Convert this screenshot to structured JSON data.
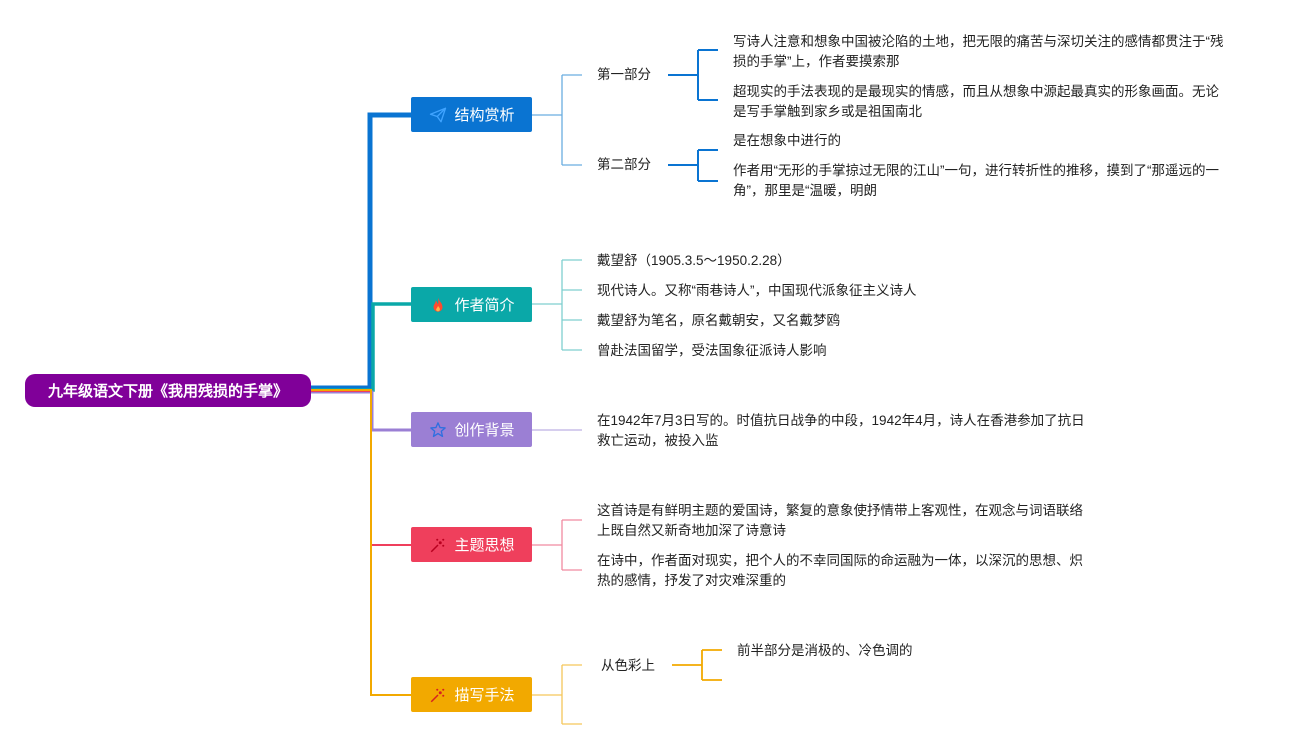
{
  "root": {
    "label": "九年级语文下册《我用残损的手掌》",
    "color": "#800099"
  },
  "branches": [
    {
      "id": "structure",
      "label": "结构赏析",
      "color": "#0a74d2",
      "icon": "paper-plane-icon",
      "children": [
        {
          "label": "第一部分",
          "children": [
            "写诗人注意和想象中国被沦陷的土地，把无限的痛苦与深切关注的感情都贯注于“残损的手掌”上，作者要摸索那",
            "超现实的手法表现的是最现实的情感，而且从想象中源起最真实的形象画面。无论是写手掌触到家乡或是祖国南北"
          ]
        },
        {
          "label": "第二部分",
          "children": [
            "是在想象中进行的",
            "作者用“无形的手掌掠过无限的江山”一句，进行转折性的推移，摸到了“那遥远的一角”，那里是“温暖，明朗"
          ]
        }
      ]
    },
    {
      "id": "author",
      "label": "作者简介",
      "color": "#0aa8a8",
      "icon": "fire-icon",
      "items": [
        "戴望舒（1905.3.5～1950.2.28）",
        "现代诗人。又称“雨巷诗人”，中国现代派象征主义诗人",
        "戴望舒为笔名，原名戴朝安，又名戴梦鸥",
        "曾赴法国留学，受法国象征派诗人影响"
      ]
    },
    {
      "id": "background",
      "label": "创作背景",
      "color": "#9b7fd4",
      "icon": "star-outline-icon",
      "items": [
        "在1942年7月3日写的。时值抗日战争的中段，1942年4月，诗人在香港参加了抗日救亡运动，被投入监"
      ]
    },
    {
      "id": "theme",
      "label": "主题思想",
      "color": "#ef3f5c",
      "icon": "sparkle-icon",
      "items": [
        "这首诗是有鲜明主题的爱国诗，繁复的意象使抒情带上客观性，在观念与词语联络上既自然又新奇地加深了诗意诗",
        "在诗中，作者面对现实，把个人的不幸同国际的命运融为一体，以深沉的思想、炽热的感情，抒发了对灾难深重的"
      ]
    },
    {
      "id": "technique",
      "label": "描写手法",
      "color": "#f2a900",
      "icon": "sparkle-icon",
      "children": [
        {
          "label": "从色彩上",
          "children": [
            "前半部分是消极的、冷色调的",
            ""
          ]
        },
        {
          "label": "",
          "children": []
        }
      ]
    }
  ]
}
